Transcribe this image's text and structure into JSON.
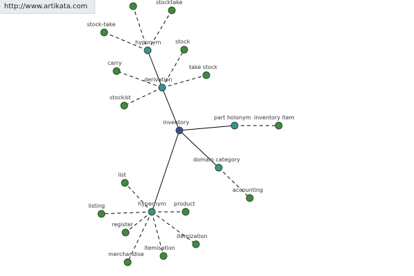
{
  "watermark": {
    "url": "http://www.artikata.com"
  },
  "colors": {
    "central_node": "#3b4b8f",
    "relation_node": "#3f8f8f",
    "leaf_node": "#3f8a3f",
    "edge": "#000000"
  },
  "graph": {
    "center": "inventory",
    "relations": [
      {
        "label": "hyponym",
        "leaves": [
          "stocktake",
          "stock-take"
        ]
      },
      {
        "label": "derivation",
        "leaves": [
          "stock",
          "carry",
          "take stock",
          "stockist"
        ]
      },
      {
        "label": "part holonym",
        "leaves": [
          "inventory item"
        ]
      },
      {
        "label": "domain category",
        "leaves": [
          "accounting"
        ]
      },
      {
        "label": "hypernym",
        "leaves": [
          "list",
          "listing",
          "product",
          "register",
          "itemization",
          "itemisation",
          "merchandise"
        ]
      }
    ]
  },
  "nodes": [
    {
      "id": "inventory",
      "label": "inventory",
      "kind": "center"
    },
    {
      "id": "hyponym",
      "label": "hyponym",
      "kind": "relation"
    },
    {
      "id": "derivation",
      "label": "derivation",
      "kind": "relation"
    },
    {
      "id": "part-holonym",
      "label": "part holonym",
      "kind": "relation"
    },
    {
      "id": "domain-category",
      "label": "domain category",
      "kind": "relation"
    },
    {
      "id": "hypernym",
      "label": "hypernym",
      "kind": "relation"
    },
    {
      "id": "hyponym-top",
      "label": "",
      "kind": "leaf"
    },
    {
      "id": "stocktake",
      "label": "stocktake",
      "kind": "leaf"
    },
    {
      "id": "stock-take",
      "label": "stock-take",
      "kind": "leaf"
    },
    {
      "id": "stock",
      "label": "stock",
      "kind": "leaf"
    },
    {
      "id": "carry",
      "label": "carry",
      "kind": "leaf"
    },
    {
      "id": "take-stock",
      "label": "take stock",
      "kind": "leaf"
    },
    {
      "id": "stockist",
      "label": "stockist",
      "kind": "leaf"
    },
    {
      "id": "inventory-item",
      "label": "inventory item",
      "kind": "leaf"
    },
    {
      "id": "accounting",
      "label": "accounting",
      "kind": "leaf"
    },
    {
      "id": "list",
      "label": "list",
      "kind": "leaf"
    },
    {
      "id": "listing",
      "label": "listing",
      "kind": "leaf"
    },
    {
      "id": "product",
      "label": "product",
      "kind": "leaf"
    },
    {
      "id": "register",
      "label": "register",
      "kind": "leaf"
    },
    {
      "id": "itemization",
      "label": "itemization",
      "kind": "leaf"
    },
    {
      "id": "itemisation",
      "label": "itemisation",
      "kind": "leaf"
    },
    {
      "id": "merchandise",
      "label": "merchandise",
      "kind": "leaf"
    }
  ],
  "edges": [
    {
      "from": "inventory",
      "to": "derivation",
      "style": "solid"
    },
    {
      "from": "derivation",
      "to": "hyponym",
      "style": "solid"
    },
    {
      "from": "inventory",
      "to": "part-holonym",
      "style": "solid"
    },
    {
      "from": "inventory",
      "to": "domain-category",
      "style": "solid"
    },
    {
      "from": "inventory",
      "to": "hypernym",
      "style": "solid"
    },
    {
      "from": "hyponym",
      "to": "hyponym-top",
      "style": "dashed"
    },
    {
      "from": "hyponym",
      "to": "stocktake",
      "style": "dashed"
    },
    {
      "from": "hyponym",
      "to": "stock-take",
      "style": "dashed"
    },
    {
      "from": "derivation",
      "to": "stock",
      "style": "dashed"
    },
    {
      "from": "derivation",
      "to": "carry",
      "style": "dashed"
    },
    {
      "from": "derivation",
      "to": "take-stock",
      "style": "dashed"
    },
    {
      "from": "derivation",
      "to": "stockist",
      "style": "dashed"
    },
    {
      "from": "part-holonym",
      "to": "inventory-item",
      "style": "dashed"
    },
    {
      "from": "domain-category",
      "to": "accounting",
      "style": "dashed"
    },
    {
      "from": "hypernym",
      "to": "list",
      "style": "dashed"
    },
    {
      "from": "hypernym",
      "to": "listing",
      "style": "dashed"
    },
    {
      "from": "hypernym",
      "to": "product",
      "style": "dashed"
    },
    {
      "from": "hypernym",
      "to": "register",
      "style": "dashed"
    },
    {
      "from": "hypernym",
      "to": "itemization",
      "style": "dashed"
    },
    {
      "from": "hypernym",
      "to": "itemisation",
      "style": "dashed"
    },
    {
      "from": "hypernym",
      "to": "merchandise",
      "style": "dashed"
    }
  ]
}
